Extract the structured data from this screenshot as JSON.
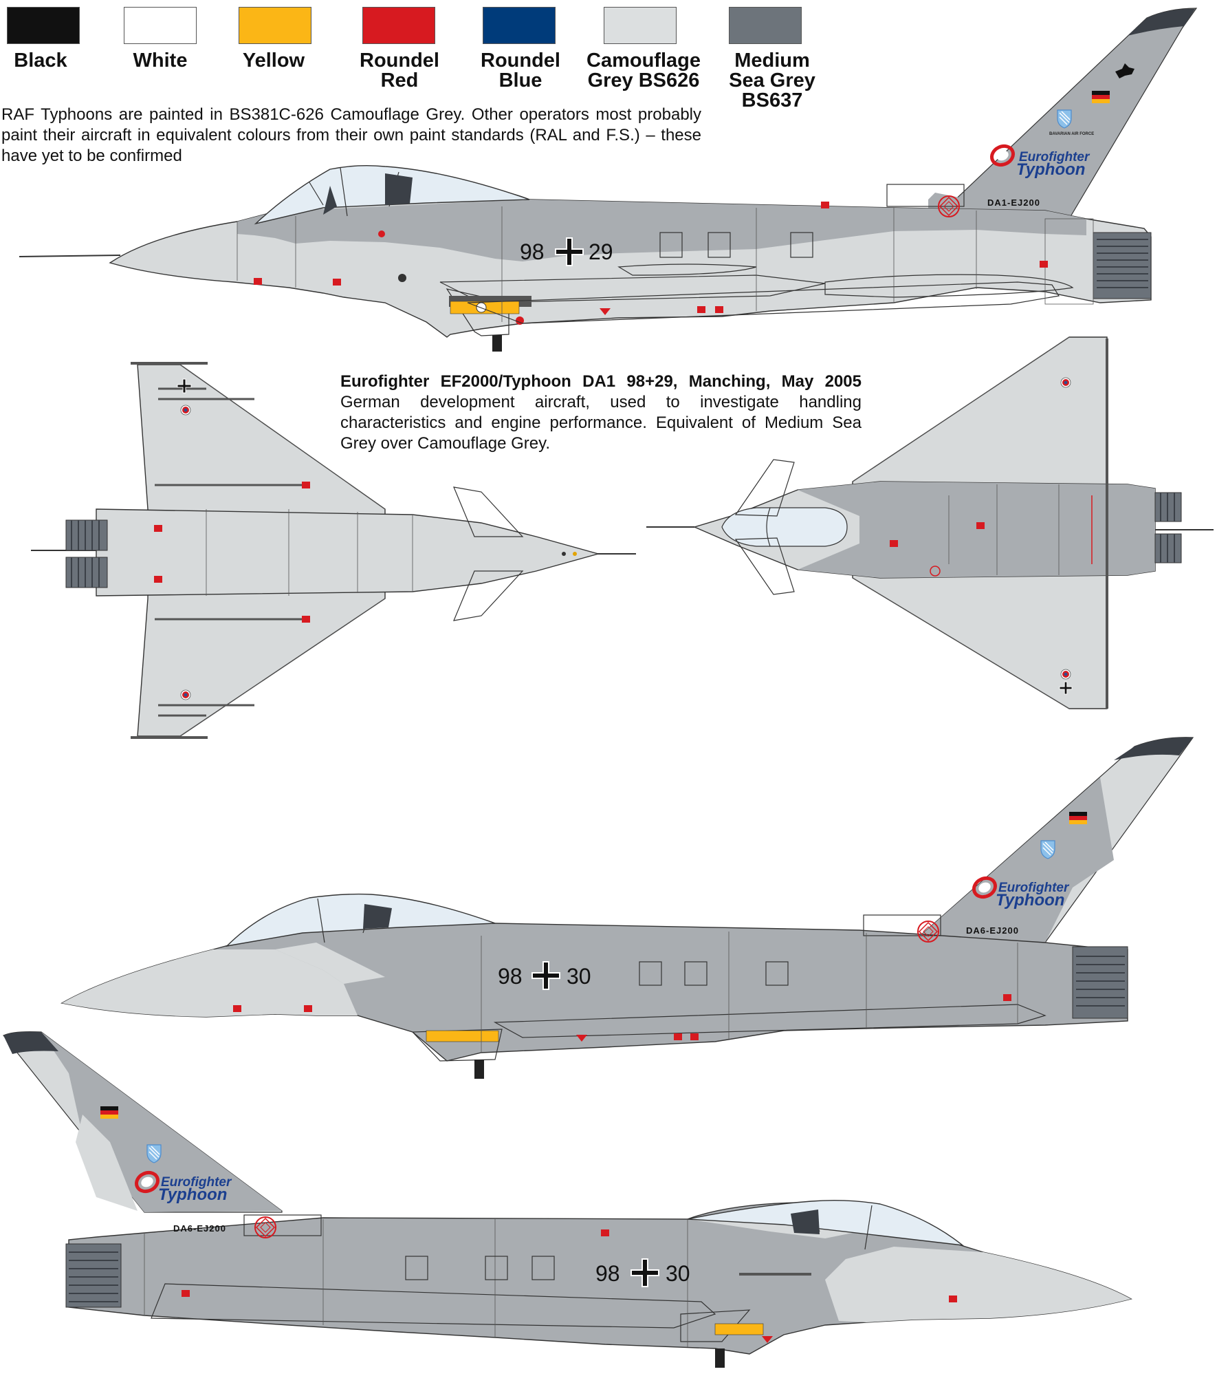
{
  "palette": [
    {
      "label": "Black",
      "color": "#111111"
    },
    {
      "label": "White",
      "color": "#ffffff"
    },
    {
      "label": "Yellow",
      "color": "#fbb616"
    },
    {
      "label": "Roundel\nRed",
      "color": "#d71a20"
    },
    {
      "label": "Roundel\nBlue",
      "color": "#003b7a"
    },
    {
      "label": "Camouflage\nGrey BS626",
      "color": "#dcdfe0"
    },
    {
      "label": "Medium\nSea Grey\nBS637",
      "color": "#6d747b"
    }
  ],
  "colors": {
    "camo_grey": "#d7dadb",
    "sea_grey": "#a9adb1",
    "dark_grey": "#3b4047",
    "canopy": "#e4edf4",
    "outline": "#333333"
  },
  "note": "RAF Typhoons are painted in BS381C-626 Camouflage Grey. Other operators most probably paint their aircraft in equivalent colours from their own paint standards (RAL and F.S.) – these have yet to be confirmed",
  "caption": {
    "title": "Eurofighter EF2000/Typhoon DA1 98+29, Manching, May 2005",
    "body": "German development aircraft, used to investigate handling characteristics and engine performance. Equivalent of Medium Sea Grey over Camouflage Grey."
  },
  "aircraft": {
    "da1": {
      "left": "98",
      "right": "29",
      "code": "DA1-EJ200"
    },
    "da6": {
      "left": "98",
      "right": "30",
      "code": "DA6-EJ200"
    }
  },
  "logo": {
    "line1": "Eurofighter",
    "line2": "Typhoon"
  },
  "fin_text": {
    "bavarian": "BAVARIAN AIR FORCE"
  }
}
